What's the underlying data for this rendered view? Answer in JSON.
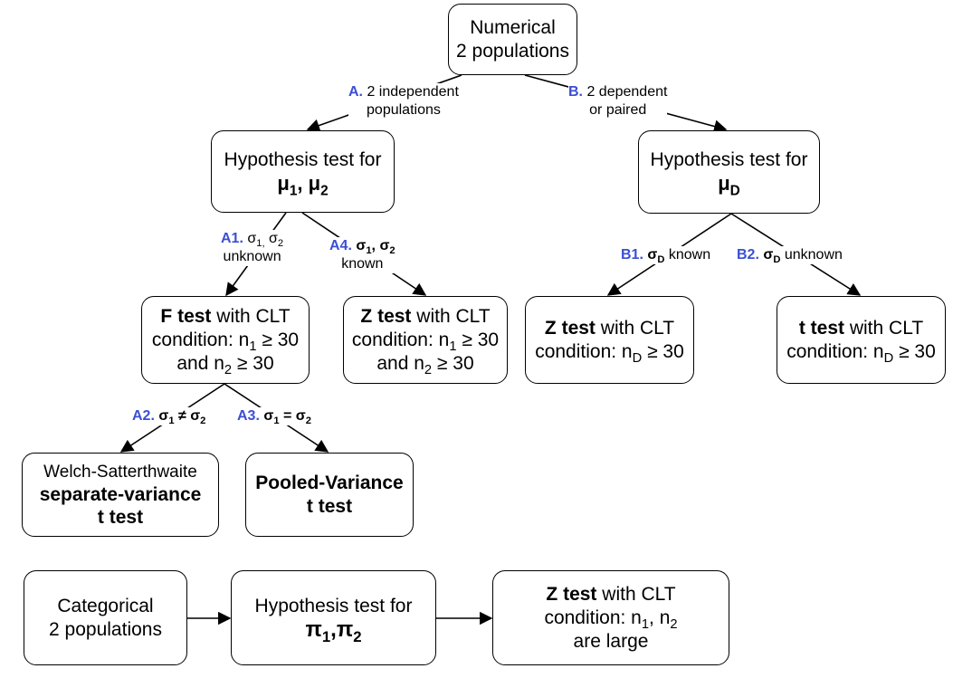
{
  "diagram": {
    "numerical_box": {
      "line1": "Numerical",
      "line2": "2 populations"
    },
    "branch_a": {
      "tag": "A.",
      "line1": "2 independent",
      "line2": "populations"
    },
    "branch_b": {
      "tag": "B.",
      "line1": "2 dependent",
      "line2": "or paired"
    },
    "hyp_mu12_box": {
      "line1": "Hypothesis test for",
      "sym1": "μ",
      "sub1": "1",
      "sep": ", ",
      "sym2": "μ",
      "sub2": "2"
    },
    "hyp_muD_box": {
      "line1": "Hypothesis test for",
      "sym": "μ",
      "sub": "D"
    },
    "edge_a1": {
      "tag": "A1.",
      "sym1": "σ",
      "sub1": "1,",
      "sym2": " σ",
      "sub2": "2",
      "line2": "unknown"
    },
    "edge_a4": {
      "tag": "A4.",
      "sym1": "σ",
      "sub1": "1",
      "sep": ", ",
      "sym2": "σ",
      "sub2": "2",
      "line2": "known"
    },
    "edge_b1": {
      "tag": "B1.",
      "sym": "σ",
      "sub": "D",
      "rest": " known"
    },
    "edge_b2": {
      "tag": "B2.",
      "sym": "σ",
      "sub": "D",
      "rest": " unknown"
    },
    "f_test_box": {
      "bold": "F test",
      "rest": " with CLT",
      "l2a": "condition: n",
      "l2sub": "1",
      "l2b": " ≥ 30",
      "l3a": "and n",
      "l3sub": "2",
      "l3b": " ≥ 30"
    },
    "z_test_a4_box": {
      "bold": "Z test",
      "rest": " with CLT",
      "l2a": "condition: n",
      "l2sub": "1",
      "l2b": " ≥ 30",
      "l3a": "and n",
      "l3sub": "2",
      "l3b": " ≥ 30"
    },
    "z_test_b1_box": {
      "bold": "Z test",
      "rest": " with CLT",
      "l2a": "condition: n",
      "l2sub": "D",
      "l2b": " ≥ 30"
    },
    "t_test_b2_box": {
      "bold": "t test",
      "rest": " with CLT",
      "l2a": "condition: n",
      "l2sub": "D",
      "l2b": " ≥ 30"
    },
    "edge_a2": {
      "tag": "A2.",
      "sym1": "σ",
      "sub1": "1",
      "op": " ≠ ",
      "sym2": "σ",
      "sub2": "2"
    },
    "edge_a3": {
      "tag": "A3.",
      "sym1": "σ",
      "sub1": "1",
      "op": " = ",
      "sym2": "σ",
      "sub2": "2"
    },
    "welch_box": {
      "line1": "Welch-Satterthwaite",
      "line2": "separate-variance",
      "line3": "t test"
    },
    "pooled_box": {
      "line1": "Pooled-Variance",
      "line2": "t test"
    },
    "categorical_box": {
      "line1": "Categorical",
      "line2": "2 populations"
    },
    "hyp_pi_box": {
      "line1": "Hypothesis test for",
      "sym1": "π",
      "sub1": "1",
      "sep": ",",
      "sym2": "π",
      "sub2": "2"
    },
    "z_test_cat_box": {
      "bold": "Z test",
      "rest": " with CLT",
      "l2a": "condition: n",
      "l2sub1": "1",
      "l2mid": ", n",
      "l2sub2": "2",
      "l3": "are large"
    }
  }
}
